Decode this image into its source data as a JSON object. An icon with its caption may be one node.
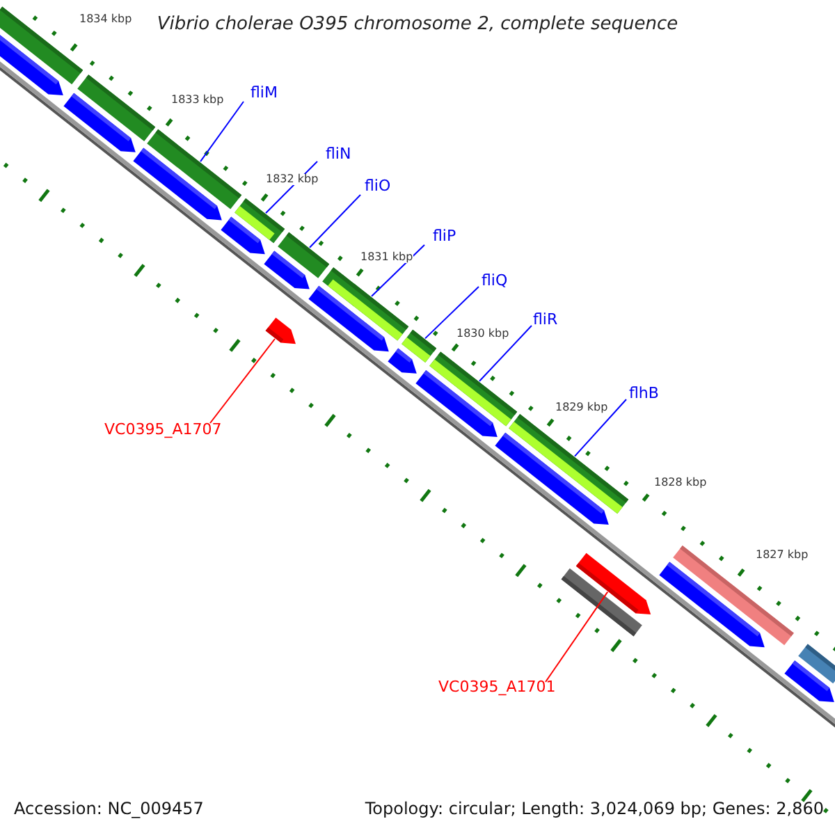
{
  "diagram": {
    "title": "Vibrio cholerae O395 chromosome 2, complete sequence",
    "nodes": [
      {
        "text": [
          "fliM"
        ]
      },
      {
        "text": [
          "fliN"
        ]
      },
      {
        "text": [
          "fliO"
        ]
      },
      {
        "text": [
          "fliP"
        ]
      },
      {
        "text": [
          "fliQ"
        ]
      },
      {
        "text": [
          "fliR"
        ]
      },
      {
        "text": [
          "flhB"
        ]
      },
      {
        "text": [
          "VC0395_A1707"
        ]
      },
      {
        "text": [
          "VC0395_A1701"
        ]
      },
      {
        "text": [],
        "shape": "bar"
      },
      {
        "text": [],
        "shape": "bar"
      },
      {
        "text": [],
        "shape": "bar"
      },
      {
        "text": [],
        "shape": "bar"
      },
      {
        "text": [],
        "shape": "bar"
      },
      {
        "text": [],
        "shape": "bar"
      },
      {
        "text": [],
        "shape": "bar"
      },
      {
        "text": [],
        "shape": "arrow"
      },
      {
        "text": [],
        "shape": "arrow"
      },
      {
        "text": [],
        "shape": "bar"
      },
      {
        "text": [],
        "shape": "bar"
      },
      {
        "text": [],
        "shape": "bar"
      },
      {
        "text": [],
        "shape": "bar"
      },
      {
        "text": [],
        "shape": "arrow"
      },
      {
        "text": [],
        "shape": "arrow"
      },
      {
        "text": [],
        "shape": "arrow"
      },
      {
        "text": [],
        "shape": "arrow"
      },
      {
        "text": [],
        "shape": "arrow"
      },
      {
        "text": [],
        "shape": "arrow"
      },
      {
        "text": [],
        "shape": "arrow"
      },
      {
        "text": [],
        "shape": "arrow"
      },
      {
        "text": [],
        "shape": "arrow"
      },
      {
        "text": [],
        "shape": "arrow"
      },
      {
        "text": [],
        "shape": "arrow"
      },
      {
        "text": [],
        "shape": "bar"
      }
    ],
    "edges": [
      {
        "from": 0,
        "to": 9,
        "arrow": "none"
      },
      {
        "from": 1,
        "to": 10,
        "arrow": "none"
      },
      {
        "from": 2,
        "to": 11,
        "arrow": "none"
      },
      {
        "from": 3,
        "to": 12,
        "arrow": "none"
      },
      {
        "from": 4,
        "to": 13,
        "arrow": "none"
      },
      {
        "from": 5,
        "to": 14,
        "arrow": "none"
      },
      {
        "from": 6,
        "to": 15,
        "arrow": "none"
      },
      {
        "from": 7,
        "to": 16,
        "arrow": "none",
        "color": "#ff0000"
      },
      {
        "from": 8,
        "to": 17,
        "arrow": "none",
        "color": "#ff0000"
      }
    ],
    "labels": [
      "1834 kbp",
      "1833 kbp",
      "1832 kbp",
      "1831 kbp",
      "1830 kbp",
      "1829 kbp",
      "1828 kbp",
      "1827 kbp",
      "Accession: NC_009457",
      "Topology: circular; Length: 3,024,069 bp; Genes: 2,860"
    ]
  }
}
